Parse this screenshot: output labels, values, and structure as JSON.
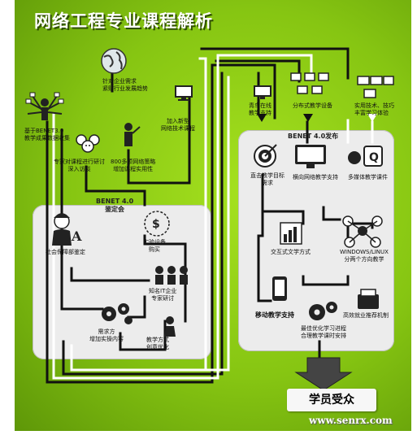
{
  "title": "网络工程专业课程解析",
  "left_panel_header": [
    "BENET 4.0",
    "鉴定会"
  ],
  "right_panel_header": "BENET 4.0发布",
  "result": "学员受众",
  "watermark": "www.senrx.com",
  "labels": {
    "enterprise_needs": [
      "针对企业需求",
      "紧贴行业发展趋势"
    ],
    "benet30": [
      "基于BENET3.0",
      "教学成果数据收集"
    ],
    "expert_interview": [
      "专家对课程进行研讨",
      "深入访谈"
    ],
    "cases": [
      "800多项网络策略",
      "增加课程实用性"
    ],
    "new_courses": [
      "加入新型",
      "网络技术课程"
    ],
    "social_guard": "社会保障部鉴定",
    "equipment": [
      "实验设备",
      "购买"
    ],
    "it_experts": [
      "知名IT企业",
      "专家研讨"
    ],
    "needs_add": [
      "需求方",
      "增加实操内容"
    ],
    "teaching_opt": [
      "教学方式",
      "创意优化"
    ],
    "qingniao": [
      "青鸟在线",
      "教学支持"
    ],
    "distributed": "分布式教学设备",
    "practical": [
      "实用技术、技巧",
      "丰富学习体验"
    ],
    "target_teaching": [
      "直击教学目标",
      "需求"
    ],
    "horizontal": "横向网络教学支持",
    "multimedia": "多媒体教学课件",
    "interactive": "交互式文学方式",
    "windows_linux": [
      "WINDOWS/LINUX",
      "分两个方向教学"
    ],
    "mobile": "移动教学支持",
    "optimized": [
      "最佳优化学习进程",
      "合理教学课时安排"
    ],
    "employment": "高效就业推荐机制"
  },
  "colors": {
    "background": "#86c512",
    "panel": "#ececec",
    "line": "#111111",
    "line_white": "#ffffff"
  },
  "icons": [
    "globe-icon",
    "octopus-person-icon",
    "team-icon",
    "presenter-icon",
    "computer-icon",
    "officer-icon",
    "money-gears-icon",
    "meeting-icon",
    "gears-icon",
    "people-icon",
    "monitors-icon",
    "laptops-icon",
    "target-icon",
    "display-icon",
    "media-icon",
    "chart-icon",
    "tablet-icon",
    "network-icon",
    "rocket-icon",
    "wallet-icon"
  ]
}
